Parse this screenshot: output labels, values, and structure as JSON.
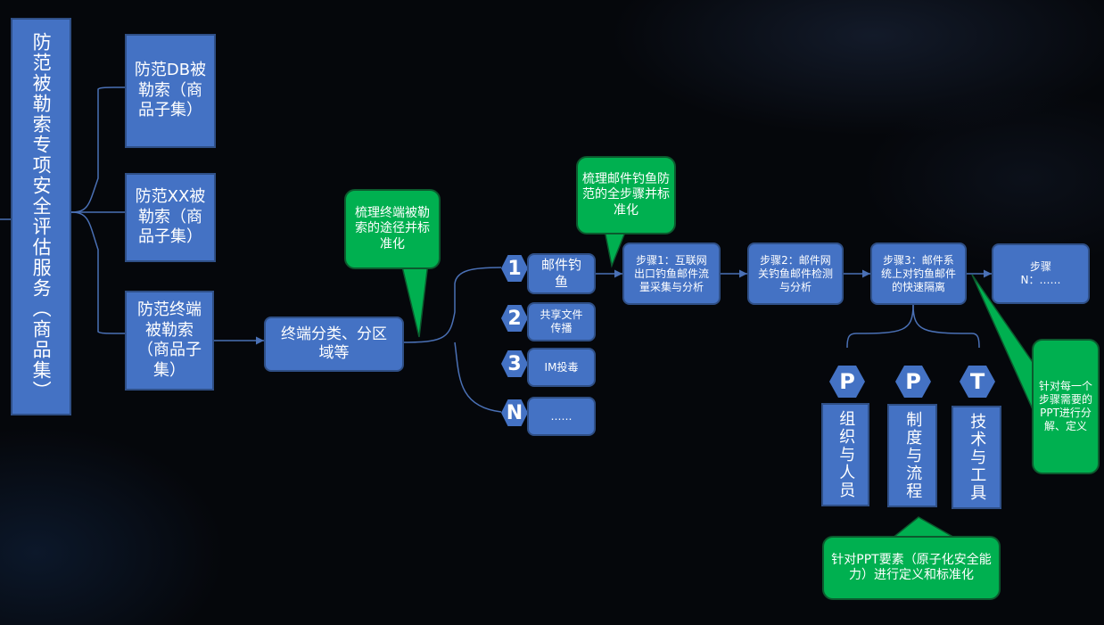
{
  "root": {
    "label": "防范被勒索专项安全评估服务（商品集）"
  },
  "categories": [
    {
      "label": "防范DB被勒索（商品子集）"
    },
    {
      "label": "防范XX被勒索（商品子集）"
    },
    {
      "label": "防范终端被勒索（商品子集）"
    }
  ],
  "terminal_classify": {
    "label": "终端分类、分区域等"
  },
  "callouts": {
    "path": "梳理终端被勒索的途径并标准化",
    "phishing_steps": "梳理邮件钓鱼防范的全步骤并标准化",
    "each_step": "针对每一个步骤需要的PPT进行分解、定义",
    "ppt_elements": "针对PPT要素（原子化安全能力）进行定义和标准化"
  },
  "paths": [
    {
      "number": "1",
      "label": "邮件钓鱼"
    },
    {
      "number": "2",
      "label": "共享文件传播"
    },
    {
      "number": "3",
      "label": "IM投毒"
    },
    {
      "number": "N",
      "label": "……"
    }
  ],
  "steps": [
    {
      "label": "步骤1：互联网出口钓鱼邮件流量采集与分析"
    },
    {
      "label": "步骤2：邮件网关钓鱼邮件检测与分析"
    },
    {
      "label": "步骤3：邮件系统上对钓鱼邮件的快速隔离"
    },
    {
      "label": "步骤N：……"
    }
  ],
  "ppt": [
    {
      "letter": "P",
      "label": "组织与人员"
    },
    {
      "letter": "P",
      "label": "制度与流程"
    },
    {
      "letter": "T",
      "label": "技术与工具"
    }
  ],
  "colors": {
    "box_fill": "#4472c4",
    "box_border": "#2f4f86",
    "callout_fill": "#00b050",
    "line": "#4a70b5",
    "background": "#05070b"
  }
}
